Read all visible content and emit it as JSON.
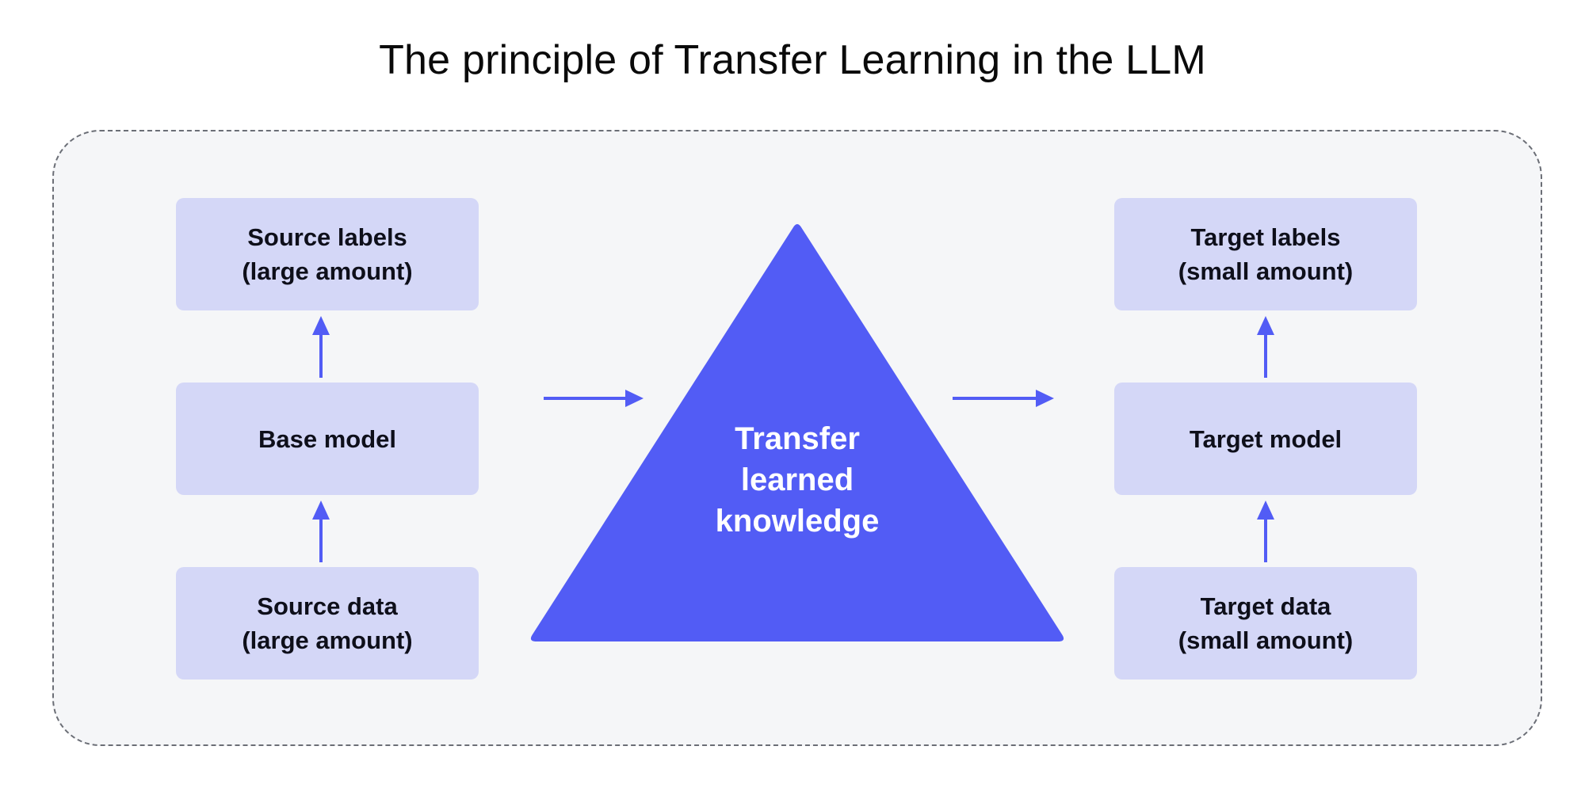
{
  "title": "The principle of Transfer Learning in the LLM",
  "colors": {
    "accent": "#525cf5",
    "box_fill": "#d4d7f7",
    "panel_fill": "#f5f6f8",
    "panel_border": "#6b6e76"
  },
  "source": {
    "labels": {
      "line1": "Source labels",
      "line2": "(large amount)"
    },
    "model": {
      "line1": "Base model"
    },
    "data": {
      "line1": "Source data",
      "line2": "(large amount)"
    }
  },
  "target": {
    "labels": {
      "line1": "Target labels",
      "line2": "(small amount)"
    },
    "model": {
      "line1": "Target model"
    },
    "data": {
      "line1": "Target data",
      "line2": "(small amount)"
    }
  },
  "transfer": {
    "line1": "Transfer",
    "line2": "learned",
    "line3": "knowledge"
  }
}
